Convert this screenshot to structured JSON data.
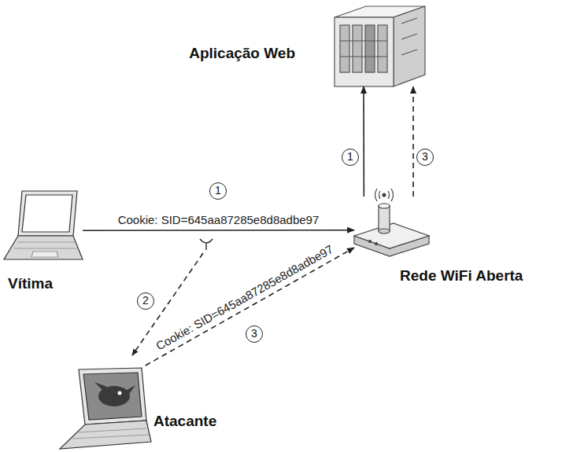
{
  "diagram": {
    "nodes": [
      {
        "text": [
          "Aplicação Web"
        ]
      },
      {
        "text": [
          "Vítima"
        ]
      },
      {
        "text": [
          "Rede WiFi Aberta"
        ]
      },
      {
        "text": [
          "Atacante"
        ]
      }
    ],
    "edges": [
      {
        "from": 1,
        "to": 2,
        "arrow": "to",
        "label": "Cookie: SID=645aa87285e8d8adbe97"
      },
      {
        "from": 2,
        "to": 0,
        "arrow": "to"
      },
      {
        "from": 3,
        "to": 2,
        "arrow": "to",
        "label": "Cookie: SID=645aa87285e8d8adbe97"
      },
      {
        "from": 2,
        "to": 0,
        "arrow": "to"
      }
    ],
    "labels": [
      "1",
      "1",
      "2",
      "3",
      "3"
    ]
  }
}
